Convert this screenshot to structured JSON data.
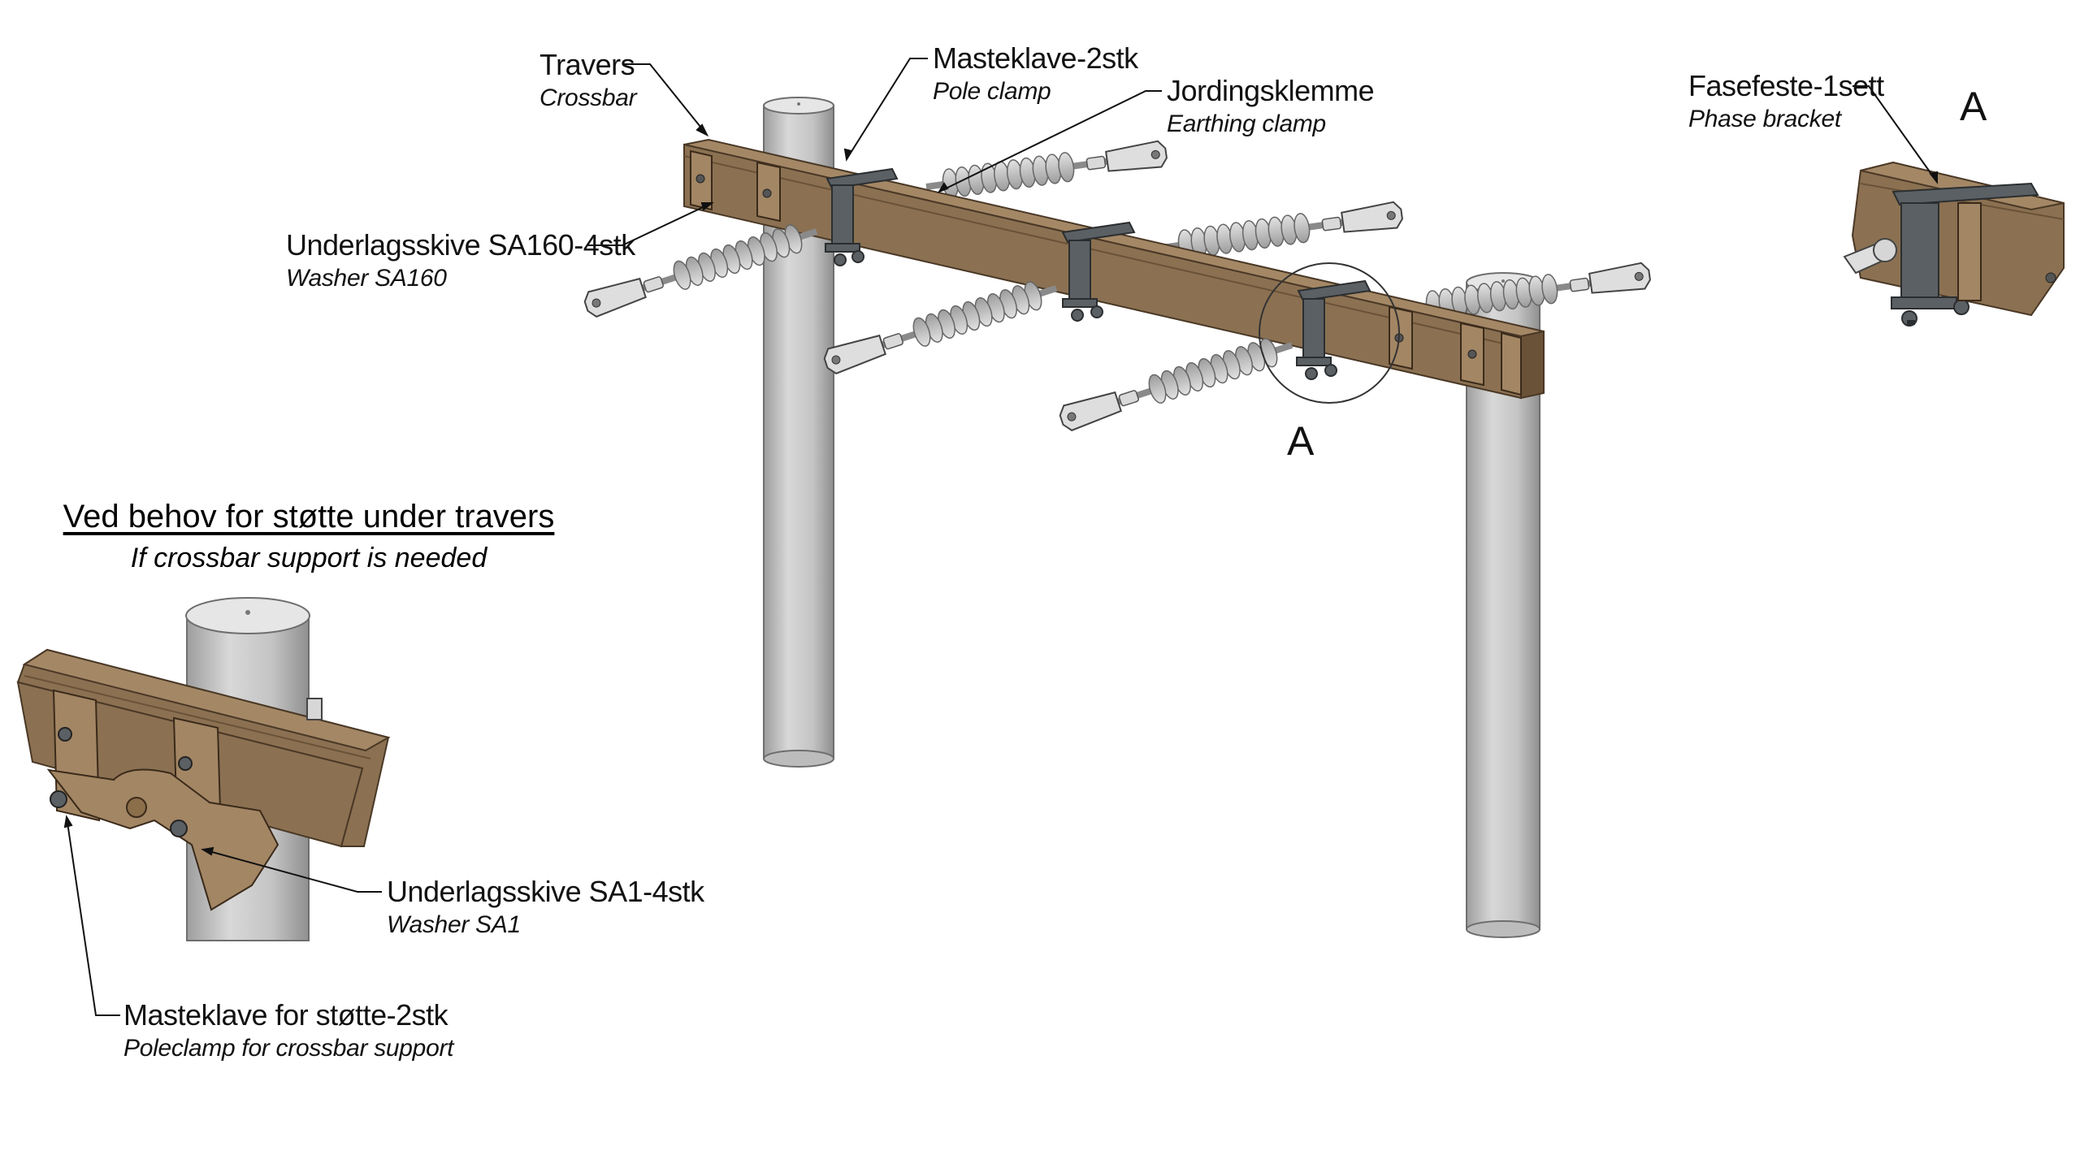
{
  "labels": {
    "travers": {
      "main": "Travers",
      "sub": "Crossbar"
    },
    "masteklave": {
      "main": "Masteklave-2stk",
      "sub": "Pole clamp"
    },
    "jordingsklemme": {
      "main": "Jordingsklemme",
      "sub": "Earthing clamp"
    },
    "underlagsskive_sa160": {
      "main": "Underlagsskive SA160-4stk",
      "sub": "Washer SA160"
    },
    "fasefeste": {
      "main": "Fasefeste-1sett",
      "sub": "Phase bracket"
    },
    "underlagsskive_sa1": {
      "main": "Underlagsskive SA1-4stk",
      "sub": "Washer SA1"
    },
    "masteklave_stotte": {
      "main": "Masteklave for støtte-2stk",
      "sub": "Poleclamp for crossbar support"
    }
  },
  "detail_marker": "A",
  "support_heading": {
    "main": "Ved behov for støtte under travers",
    "sub": "If crossbar support is needed"
  },
  "colors": {
    "wood": "#8b7152",
    "wood_light": "#a48866",
    "wood_dark": "#6a5238",
    "pole": "#c9c9c9",
    "pole_dark": "#a9a9a9",
    "insulator": "#c4c4c4",
    "steel": "#55595c",
    "line": "#111111"
  }
}
